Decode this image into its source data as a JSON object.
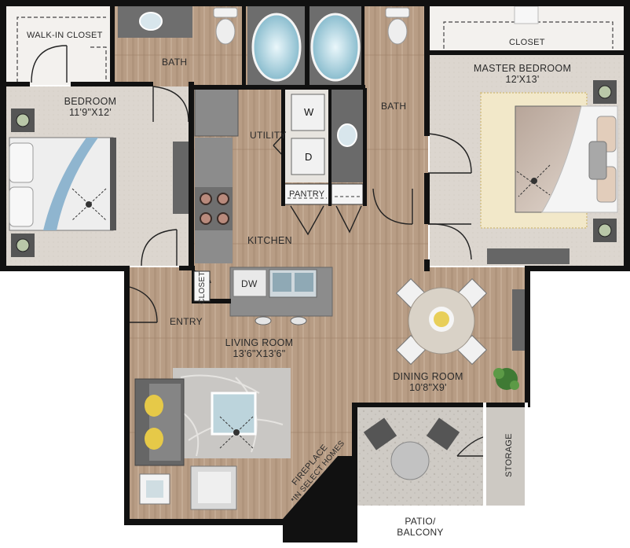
{
  "rooms": {
    "walk_in_closet": {
      "name": "WALK-IN CLOSET"
    },
    "bath_left": {
      "name": "BATH"
    },
    "bath_right": {
      "name": "BATH"
    },
    "closet_master": {
      "name": "CLOSET"
    },
    "master_bedroom": {
      "name": "MASTER BEDROOM",
      "size": "12'X13'"
    },
    "bedroom": {
      "name": "BEDROOM",
      "size": "11'9\"X12'"
    },
    "utility": {
      "name": "UTILITY",
      "washer": "W",
      "dryer": "D"
    },
    "pantry": {
      "name": "PANTRY"
    },
    "kitchen": {
      "name": "KITCHEN",
      "dishwasher": "DW"
    },
    "closet_entry": {
      "name": "CLOSET"
    },
    "entry": {
      "name": "ENTRY"
    },
    "living_room": {
      "name": "LIVING ROOM",
      "size": "13'6\"X13'6\""
    },
    "dining_room": {
      "name": "DINING ROOM",
      "size": "10'8\"X9'"
    },
    "fireplace": {
      "name": "FIREPLACE",
      "note": "*IN SELECT HOMES"
    },
    "storage": {
      "name": "STORAGE"
    },
    "patio": {
      "line1": "PATIO/",
      "line2": "BALCONY"
    }
  },
  "colors": {
    "wall": "#111111",
    "wood": "#b79c84",
    "wood_dark": "#9c8068",
    "carpet": "#dcd6cf",
    "tile_gray": "#5f5f5f",
    "counter": "#8c8c8c",
    "patio": "#cfcbc5"
  }
}
